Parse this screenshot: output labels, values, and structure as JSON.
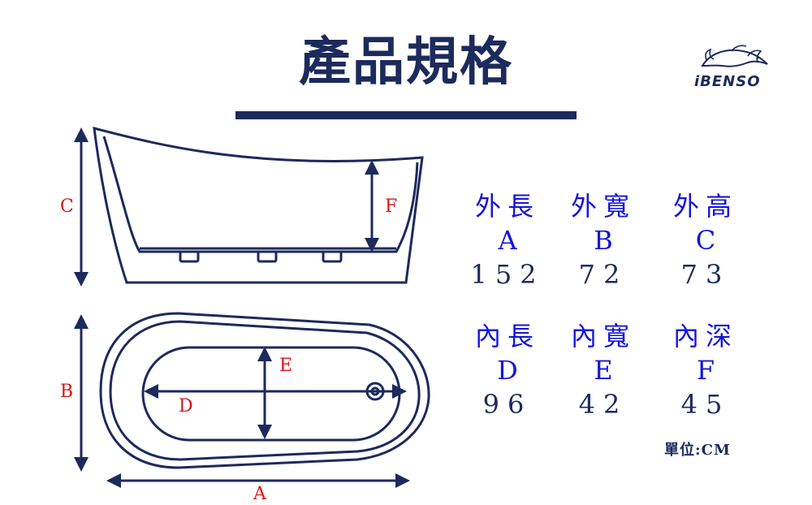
{
  "title": "產品規格",
  "logo_text": "iBENSO",
  "dimension_letters": {
    "c": "C",
    "f": "F",
    "b": "B",
    "e": "E",
    "d": "D",
    "a": "A"
  },
  "specs": [
    {
      "label": "外長",
      "code": "A",
      "value": "152"
    },
    {
      "label": "外寬",
      "code": "B",
      "value": "72"
    },
    {
      "label": "外高",
      "code": "C",
      "value": "73"
    },
    {
      "label": "內長",
      "code": "D",
      "value": "96"
    },
    {
      "label": "內寬",
      "code": "E",
      "value": "42"
    },
    {
      "label": "內深",
      "code": "F",
      "value": "45"
    }
  ],
  "unit": "單位:CM",
  "colors": {
    "navy": "#1c2a5c",
    "spec_blue": "#1414dc",
    "dimension_red": "#d8141a"
  }
}
